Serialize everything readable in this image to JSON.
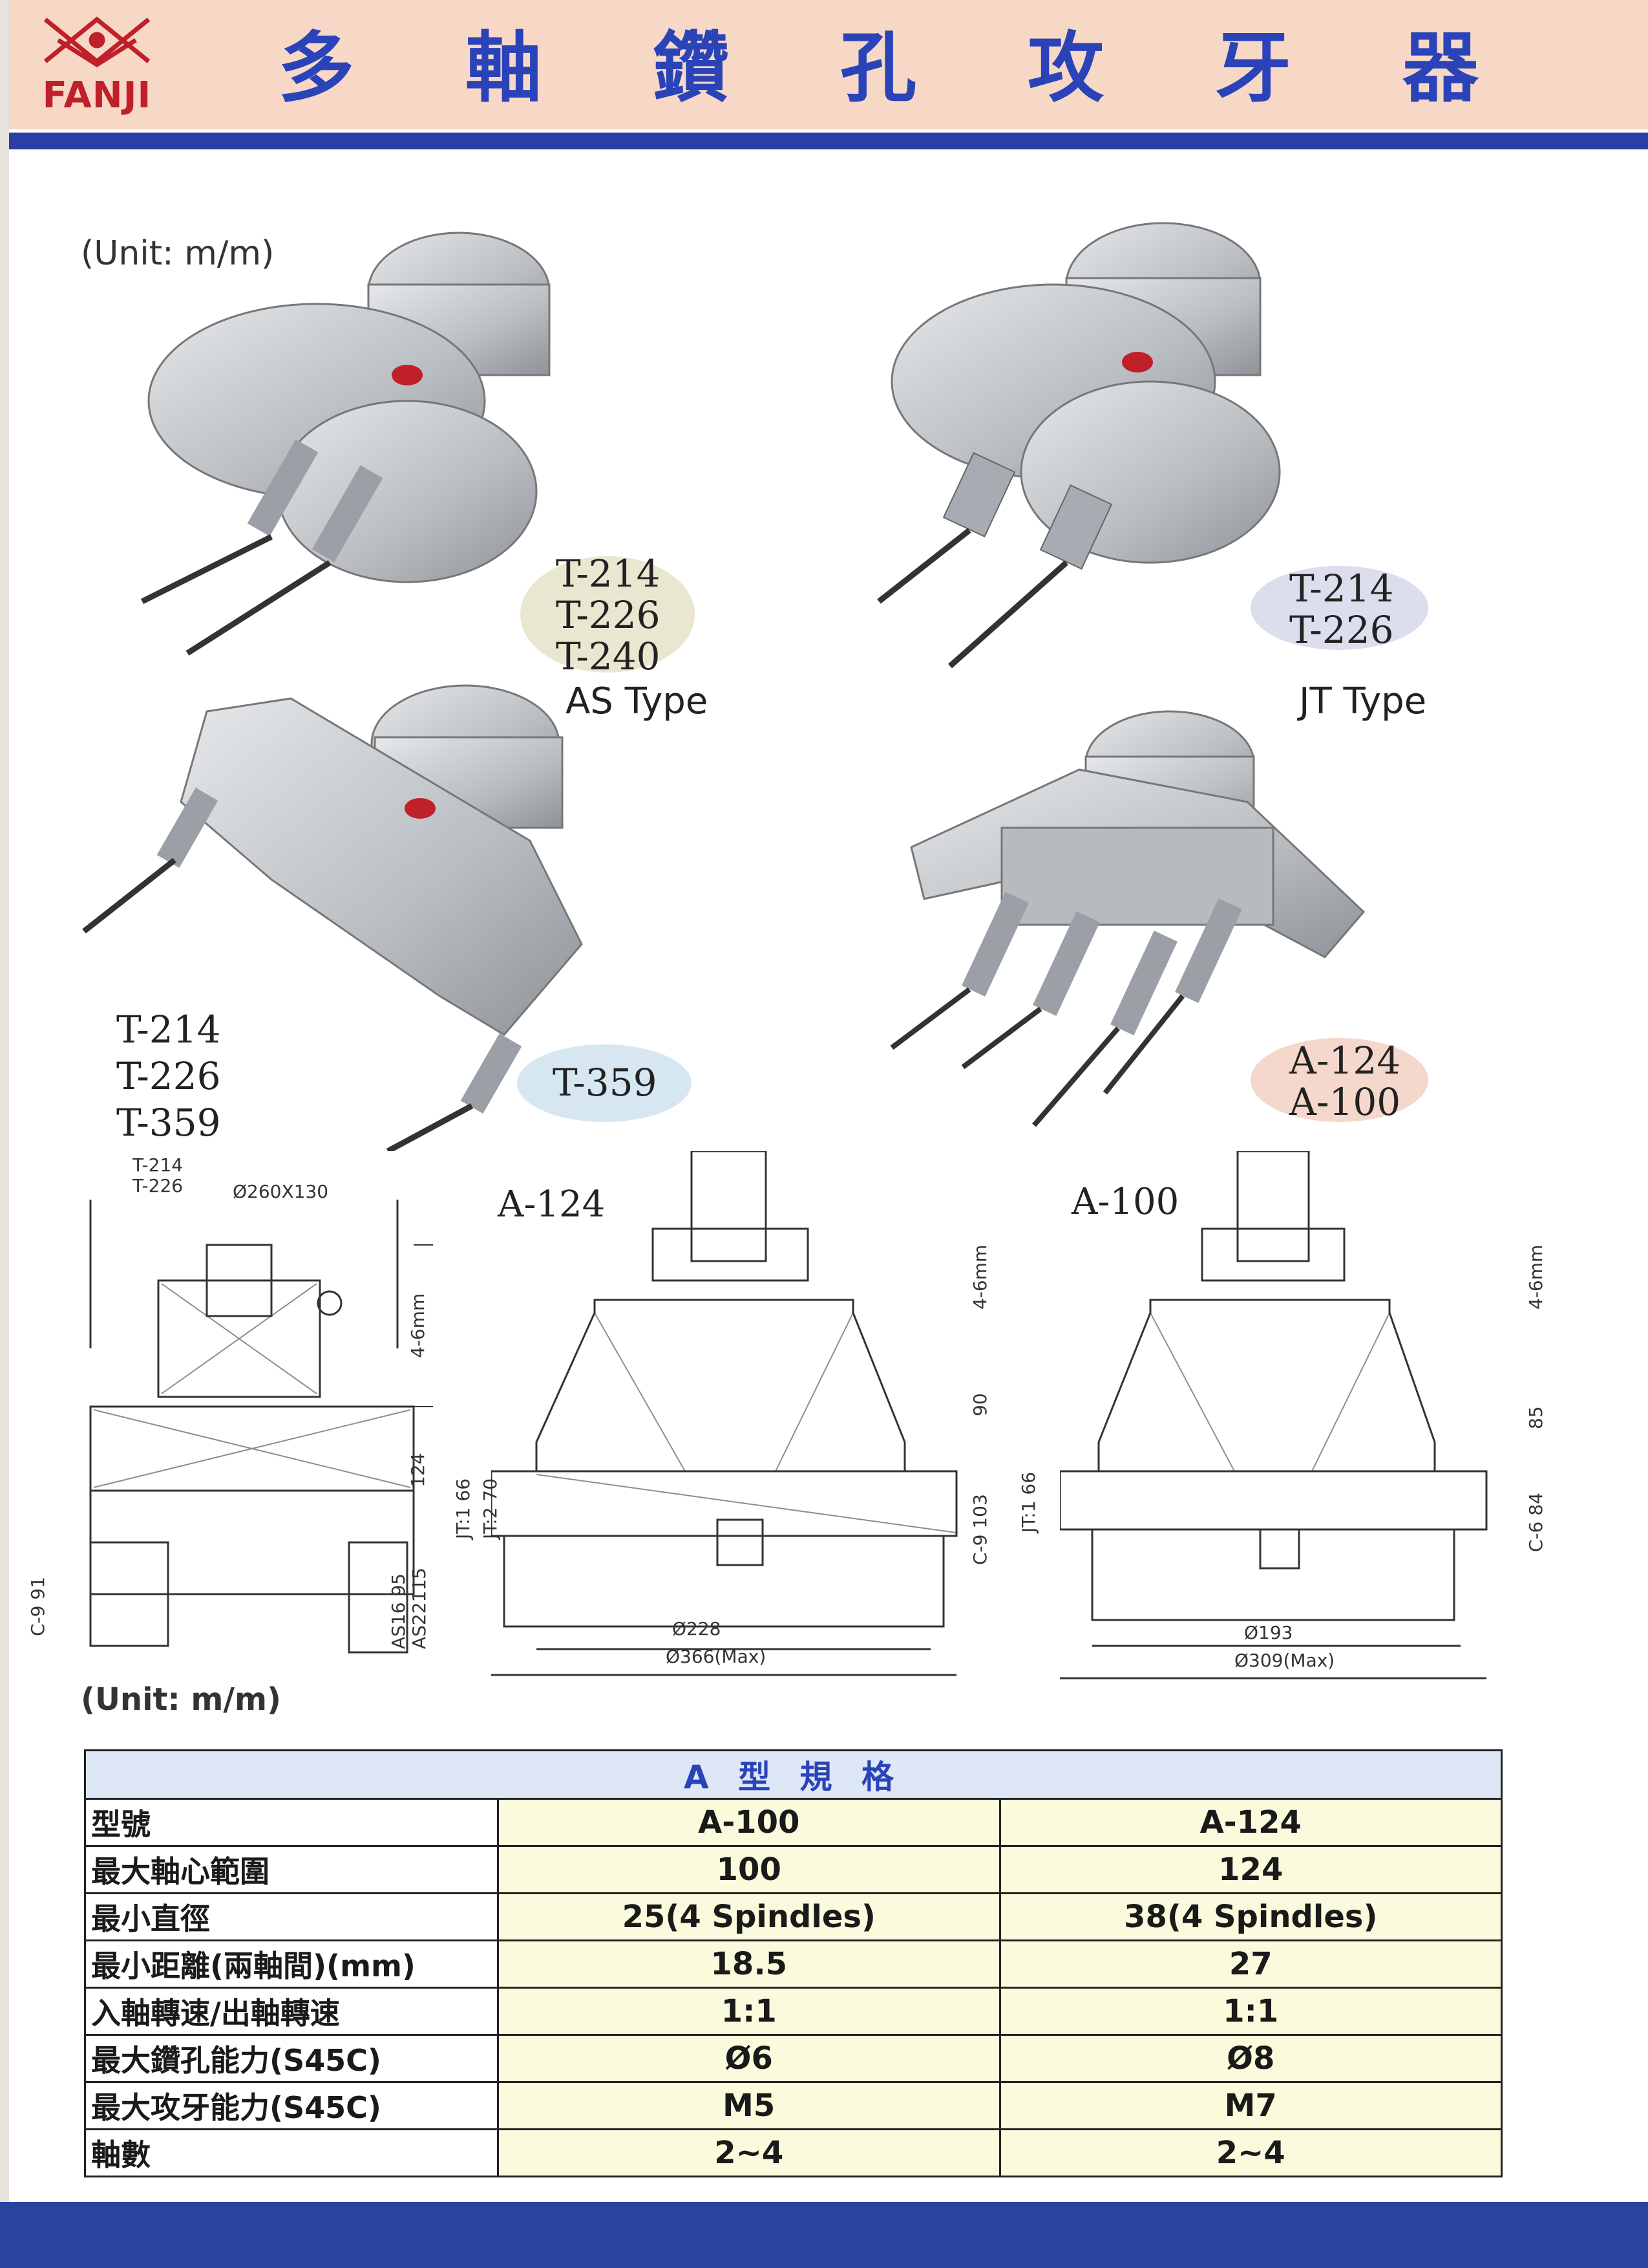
{
  "header": {
    "brand": "FANJI",
    "title_chars": [
      "多",
      "軸",
      "鑽",
      "孔",
      "攻",
      "牙",
      "器"
    ]
  },
  "colors": {
    "header_bg": "#f7d8c6",
    "header_rule": "#2c3ea6",
    "brand_red": "#c0202a",
    "title_blue": "#2a43b8",
    "table_value_bg": "#fafadc",
    "bottom_band": "#2a43a0"
  },
  "products": {
    "unit_top": "(Unit: m/m)",
    "as_type": {
      "models": [
        "T-214",
        "T-226",
        "T-240"
      ],
      "type": "AS Type"
    },
    "jt_type": {
      "models": [
        "T-214",
        "T-226"
      ],
      "type": "JT Type"
    },
    "t359": {
      "models": [
        "T-214",
        "T-226",
        "T-359"
      ],
      "badge": "T-359"
    },
    "a_type": {
      "models": [
        "A-124",
        "A-100"
      ]
    }
  },
  "drawings": {
    "t_series": {
      "models": [
        "T-214",
        "T-226"
      ],
      "dim_top": "Ø260X130",
      "dim_right_top": "4-6mm",
      "dim_right_mid": "124",
      "dim_left": "C-9 91",
      "dim_bottom_right": [
        "AS16 95",
        "AS22115"
      ]
    },
    "a124": {
      "title": "A-124",
      "dim_top": "4-6mm",
      "dim_mid": "90",
      "dim_low": "C-9 103",
      "dim_left": [
        "JT:1 66",
        "JT:2 70"
      ],
      "dia_inner": "Ø228",
      "dia_outer": "Ø366(Max)"
    },
    "a100": {
      "title": "A-100",
      "dim_top": "4-6mm",
      "dim_mid": "85",
      "dim_low": "C-6 84",
      "dim_left": "JT:1 66",
      "dia_inner": "Ø193",
      "dia_outer": "Ø309(Max)"
    }
  },
  "spec": {
    "unit": "(Unit: m/m)",
    "caption": "A 型 規 格",
    "rows": [
      {
        "label": "型號",
        "a100": "A-100",
        "a124": "A-124"
      },
      {
        "label": "最大軸心範圍",
        "a100": "100",
        "a124": "124"
      },
      {
        "label": "最小直徑",
        "a100": "25(4 Spindles)",
        "a124": "38(4 Spindles)"
      },
      {
        "label": "最小距離(兩軸間)(mm)",
        "a100": "18.5",
        "a124": "27"
      },
      {
        "label": "入軸轉速/出軸轉速",
        "a100": "1:1",
        "a124": "1:1"
      },
      {
        "label": "最大鑽孔能力(S45C)",
        "a100": "Ø6",
        "a124": "Ø8"
      },
      {
        "label": "最大攻牙能力(S45C)",
        "a100": "M5",
        "a124": "M7"
      },
      {
        "label": "軸數",
        "a100": "2~4",
        "a124": "2~4"
      }
    ]
  }
}
